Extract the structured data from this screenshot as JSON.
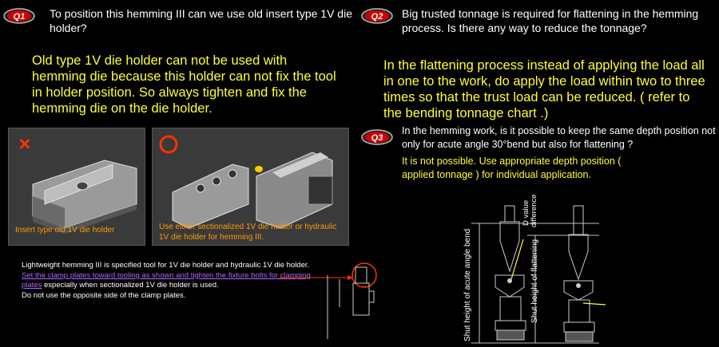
{
  "q1": {
    "badge": "Q1",
    "question": "To position this hemming III can we use old insert type 1V die holder?",
    "answer": "Old type 1V die holder can not be used with hemming die because this holder can not fix the tool in holder position. So always tighten and fix the hemming die on the die holder.",
    "panel_wrong": {
      "mark": "×",
      "caption": "Insert type old 1V die holder"
    },
    "panel_right": {
      "mark": "○",
      "caption": "Use either sectionalized 1V die holder or hydraulic 1V die holder for hemming III."
    },
    "note_line1": "Lightweight hemming III is specified tool for 1V die holder and hydraulic 1V die holder.",
    "note_link": "Set the clamp plates toward tooling as shown and tighten the fixture bolts for clamping plates",
    "note_line2": " especially when sectionalized 1V die holder is used.",
    "note_line3": "Do not use the opposite side of the clamp plates."
  },
  "q2": {
    "badge": "Q2",
    "question": "Big trusted tonnage is required for flattening in the hemming process. Is there any way to reduce the tonnage?",
    "answer": "In the flattening process instead of applying the load all in one to the work, do apply the load within two to three times so that the trust load can be reduced. ( refer to the bending tonnage chart .)"
  },
  "q3": {
    "badge": "Q3",
    "question": "In the hemming work, is it possible to keep the same depth position not only for acute angle 30°bend but also for flattening ?",
    "answer": "It is not possible. Use appropriate depth position ( applied tonnage ) for individual application.",
    "label_d_value": "D value",
    "label_difference": "difference",
    "label_acute": "Shut height of acute angle bend",
    "label_flat": "Shut height of flattening"
  },
  "colors": {
    "answer": "#ffff33",
    "badge": "#cc0000",
    "caption": "#ff9900",
    "link": "#b266ff",
    "marker": "#ff3300"
  }
}
